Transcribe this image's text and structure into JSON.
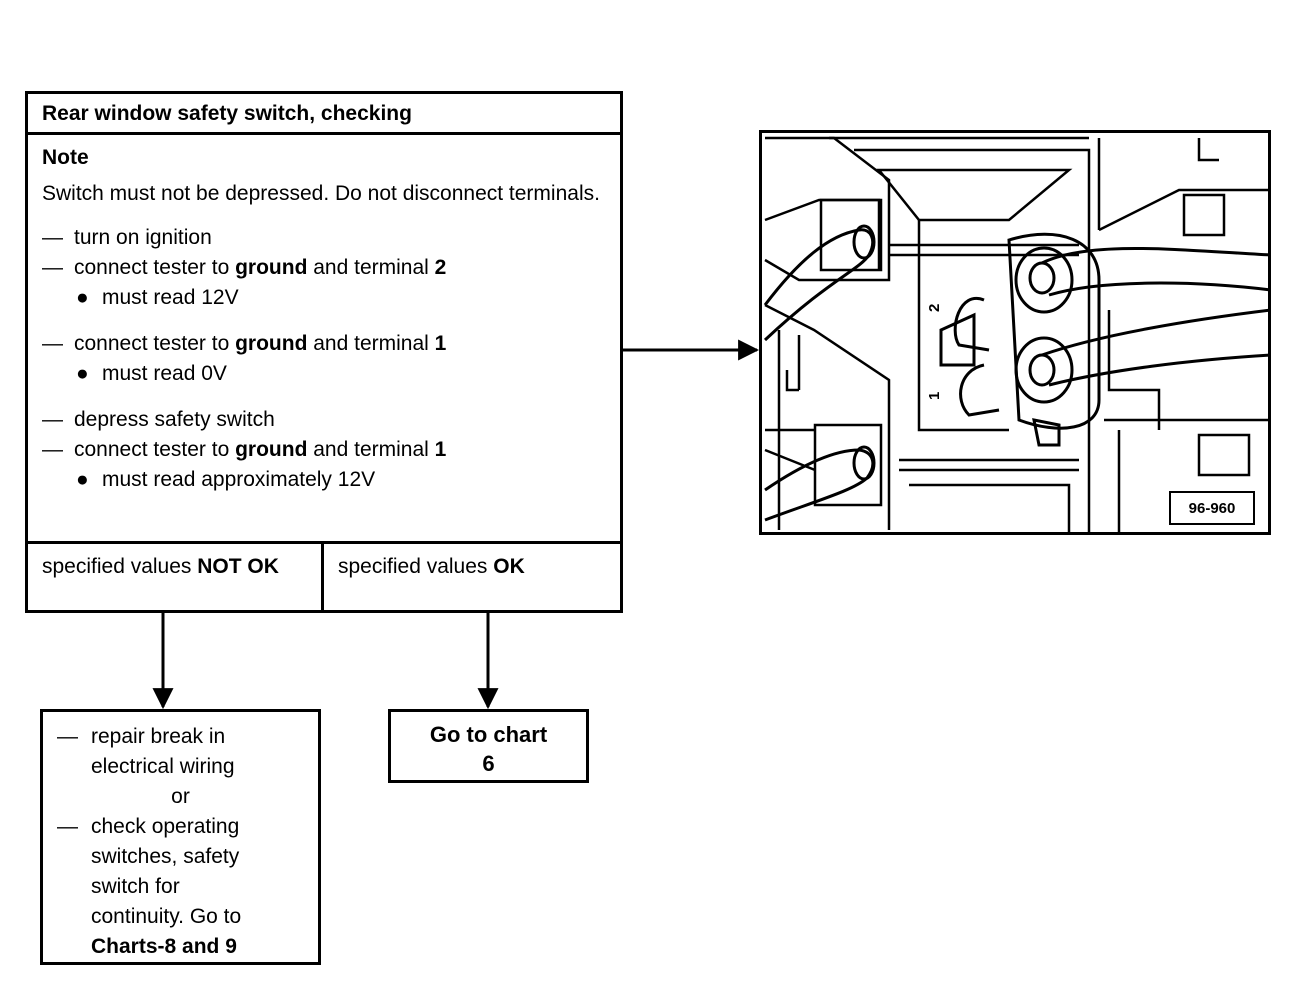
{
  "main_box": {
    "title": "Rear window safety switch, checking",
    "note_label": "Note",
    "note_text": "Switch must not be depressed. Do not disconnect terminals.",
    "steps": {
      "s1": "turn on ignition",
      "s2_pre": "connect tester to ",
      "s2_bold": "ground",
      "s2_mid": " and terminal ",
      "s2_term": "2",
      "r1": "must read 12V",
      "s3_pre": "connect tester to ",
      "s3_bold": "ground",
      "s3_mid": " and terminal ",
      "s3_term": "1",
      "r2": "must read 0V",
      "s4": "depress safety switch",
      "s5_pre": "connect tester to ",
      "s5_bold": "ground",
      "s5_mid": " and terminal ",
      "s5_term": "1",
      "r3": "must read approximately 12V"
    },
    "not_ok_pre": "specified values ",
    "not_ok_bold": "NOT OK",
    "ok_pre": "specified values ",
    "ok_bold": "OK"
  },
  "repair_box": {
    "line1": "repair break in",
    "line2": "electrical wiring",
    "or": "or",
    "line3": "check operating",
    "line4": "switches, safety",
    "line5": "switch for",
    "line6": "continuity. Go to",
    "line7": "Charts-8 and 9"
  },
  "goto_box": {
    "line1": "Go to chart",
    "line2": "6"
  },
  "illustration": {
    "figure_id": "96-960",
    "terminal_2": "2",
    "terminal_1": "1"
  }
}
